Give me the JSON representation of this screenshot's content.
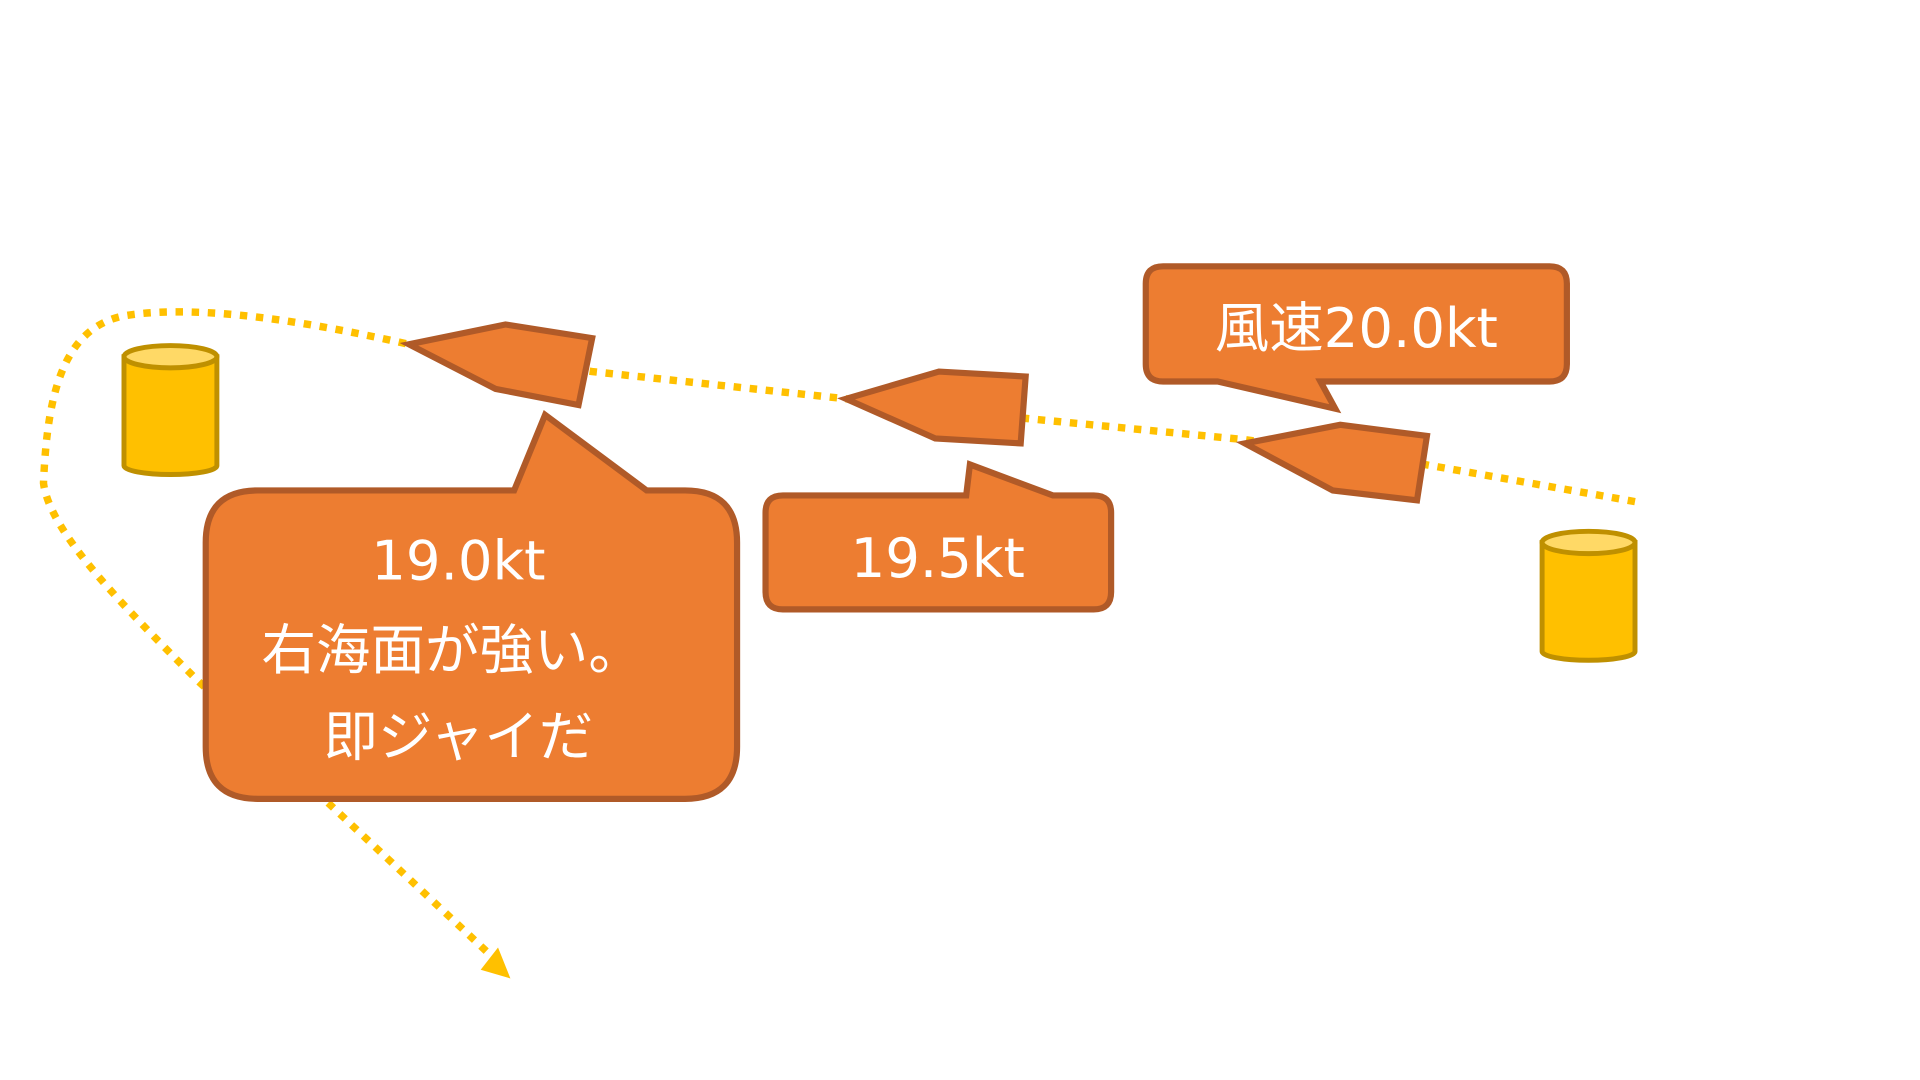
{
  "colors": {
    "boat": "#ED7D31",
    "outline": "#B05A28",
    "buoy": "#FFC000",
    "buoy_top": "#FFD966",
    "buoy_outline": "#BF9000",
    "course": "#FFC000",
    "text": "#FFFFFF"
  },
  "callouts": {
    "leader": {
      "line1": "19.0kt",
      "line2": "右海面が強い。",
      "line3": "即ジャイだ"
    },
    "middle": {
      "line1": "19.5kt"
    },
    "right": {
      "line1": "風速20.0kt"
    }
  }
}
